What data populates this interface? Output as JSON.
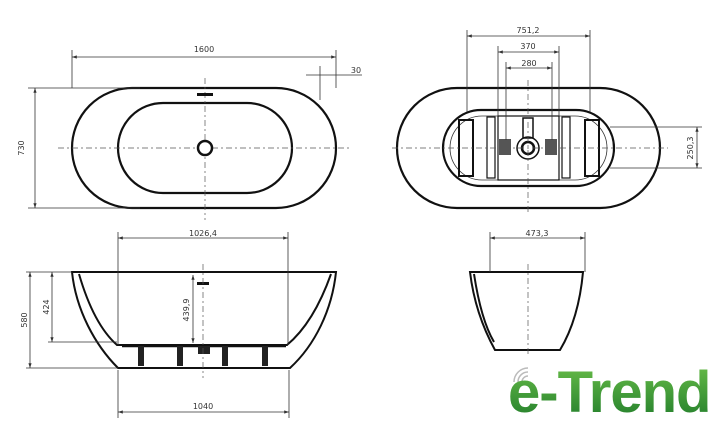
{
  "top_view": {
    "length": "1600",
    "rim_offset": "30",
    "width": "730"
  },
  "bottom_view": {
    "outer": "751,2",
    "mid": "370",
    "inner": "280",
    "feet_spacing": "250,3"
  },
  "side_view": {
    "top_inner": "1026,4",
    "bottom": "1040",
    "height": "580",
    "inner_depth": "424",
    "drain_depth": "439,9"
  },
  "end_view": {
    "width": "473,3"
  },
  "logo": {
    "text": "e-Trend",
    "color": "#2e8b2e"
  }
}
